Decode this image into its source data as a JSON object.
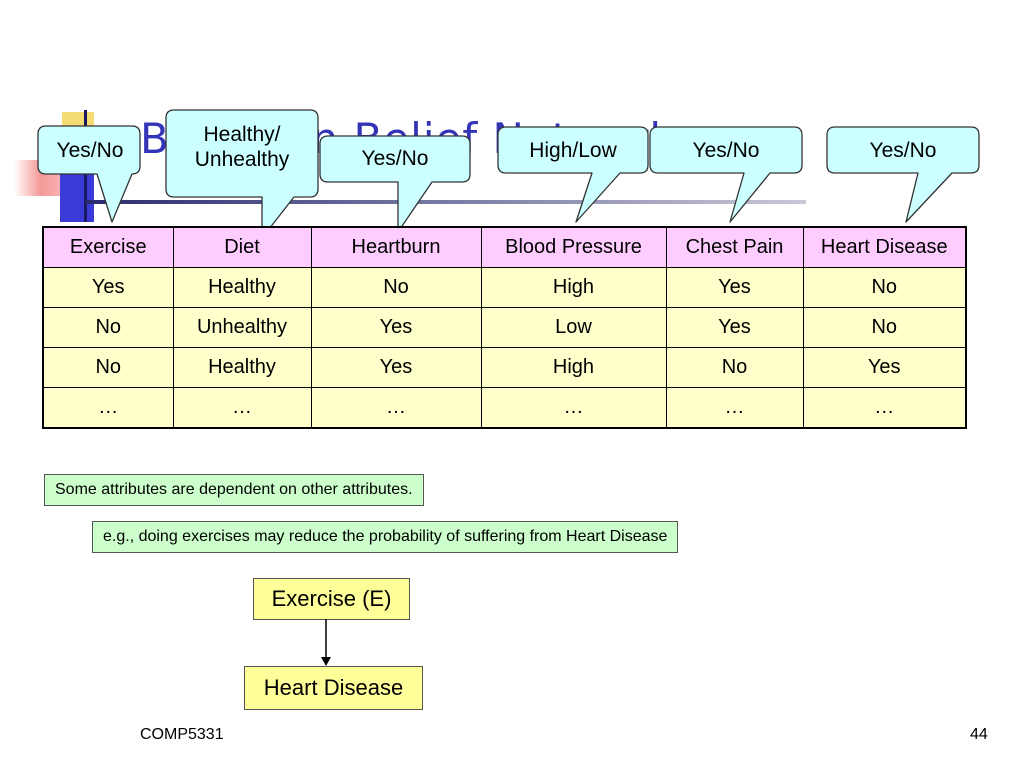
{
  "slide": {
    "title": "Bayesian Belief Network",
    "footer_left": "COMP5331",
    "page_number": "44"
  },
  "callouts": [
    {
      "text": "Yes/No"
    },
    {
      "text": "Healthy/\nUnhealthy"
    },
    {
      "text": "Yes/No"
    },
    {
      "text": "High/Low"
    },
    {
      "text": "Yes/No"
    },
    {
      "text": "Yes/No"
    }
  ],
  "table": {
    "columns": [
      "Exercise",
      "Diet",
      "Heartburn",
      "Blood Pressure",
      "Chest Pain",
      "Heart Disease"
    ],
    "rows": [
      [
        "Yes",
        "Healthy",
        "No",
        "High",
        "Yes",
        "No"
      ],
      [
        "No",
        "Unhealthy",
        "Yes",
        "Low",
        "Yes",
        "No"
      ],
      [
        "No",
        "Healthy",
        "Yes",
        "High",
        "No",
        "Yes"
      ],
      [
        "…",
        "…",
        "…",
        "…",
        "…",
        "…"
      ]
    ]
  },
  "notes": {
    "dependency": "Some attributes are dependent on other attributes.",
    "example": "e.g., doing exercises may reduce the probability of suffering from Heart Disease"
  },
  "diagram": {
    "node_exercise": "Exercise (E)",
    "node_heart_disease": "Heart Disease"
  },
  "colors": {
    "header_fill": "#ffccff",
    "cell_fill": "#ffffcc",
    "callout_fill": "#ccffff",
    "note_fill": "#ccffcc",
    "node_fill": "#ffff99",
    "title_color": "#3434b8"
  }
}
